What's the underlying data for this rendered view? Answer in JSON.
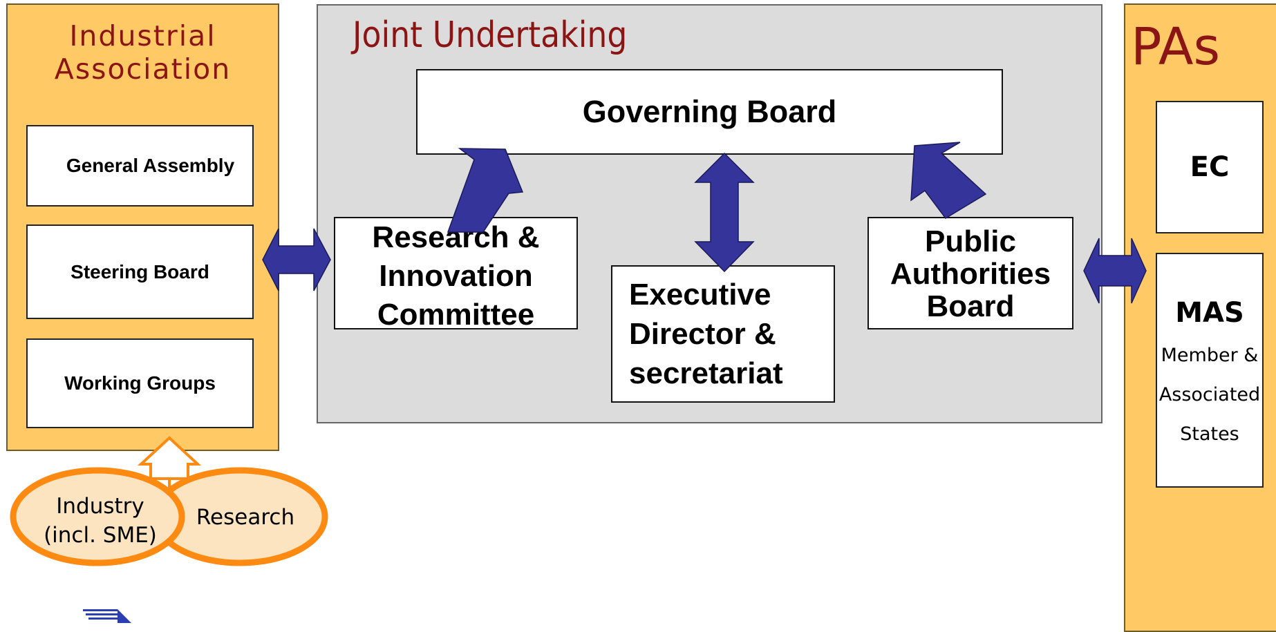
{
  "industrial_association": {
    "title_line1": "Industrial",
    "title_line2": "Association",
    "boxes": [
      "General Assembly",
      "Steering Board",
      "Working Groups"
    ]
  },
  "joint_undertaking": {
    "title": "Joint Undertaking",
    "governing_board": "Governing Board",
    "research_innovation_committee": [
      "Research &",
      "Innovation",
      "Committee"
    ],
    "executive_director": [
      "Executive",
      "Director &",
      "secretariat"
    ],
    "public_authorities_board": [
      "Public",
      "Authorities",
      "Board"
    ]
  },
  "public_authorities": {
    "title": "PAs",
    "ec": "EC",
    "mas_title": "MAS",
    "mas_subtitle": "Member &\nAssociated\nStates"
  },
  "members": {
    "industry": [
      "Industry",
      "(incl. SME)"
    ],
    "research": "Research"
  },
  "colors": {
    "panel": "#ffc965",
    "title_red": "#8b1414",
    "arrow_blue": "#34349a",
    "oval_fill": "#fde4c0",
    "oval_stroke": "#ff8a12"
  }
}
